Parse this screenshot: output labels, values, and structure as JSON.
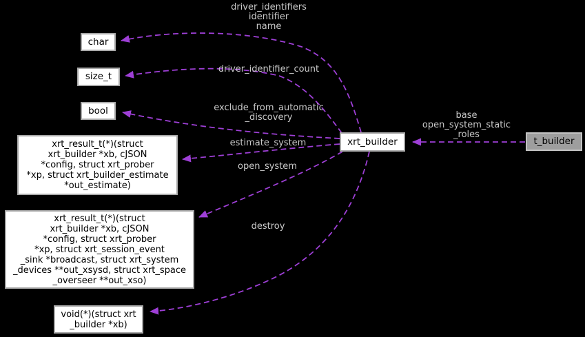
{
  "theme": {
    "background": "#000000",
    "edge_color": "#9e3fd6",
    "edge_label_color": "#c9c9c9",
    "node_fill": "#ffffff",
    "node_border": "#a9a9a9",
    "node_text": "#000000",
    "highlight_fill": "#9e9e9e",
    "highlight_border": "#c2c2c2"
  },
  "nodes": {
    "char": {
      "label": "char"
    },
    "size_t": {
      "label": "size_t"
    },
    "bool": {
      "label": "bool"
    },
    "xrt_builder": {
      "label": "xrt_builder"
    },
    "t_builder": {
      "label": "t_builder"
    },
    "estimate_sig": {
      "label": "xrt_result_t(*)(struct\nxrt_builder *xb, cJSON\n*config, struct xrt_prober\n*xp, struct xrt_builder_estimate\n*out_estimate)"
    },
    "open_system_sig": {
      "label": "xrt_result_t(*)(struct\nxrt_builder *xb, cJSON\n*config, struct xrt_prober\n*xp, struct xrt_session_event\n_sink *broadcast, struct xrt_system\n_devices **out_xsysd, struct xrt_space\n_overseer **out_xso)"
    },
    "destroy_sig": {
      "label": "void(*)(struct xrt\n_builder *xb)"
    }
  },
  "edge_labels": {
    "char_fields": "driver_identifiers\nidentifier\nname",
    "size_t_field": "driver_identifier_count",
    "bool_field": "exclude_from_automatic\n_discovery",
    "estimate_field": "estimate_system",
    "open_system_field": "open_system",
    "destroy_field": "destroy",
    "t_builder_fields": "base\nopen_system_static\n_roles"
  }
}
